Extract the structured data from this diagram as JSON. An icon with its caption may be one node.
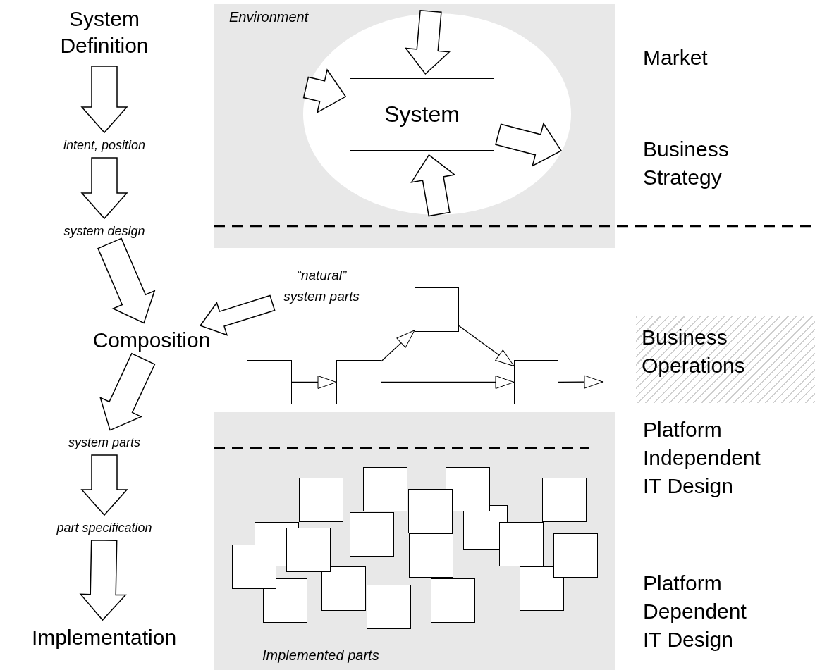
{
  "diagram": {
    "nodes": [
      {
        "text": [
          "System Definition"
        ]
      },
      {
        "text": [
          "intent, position"
        ]
      },
      {
        "text": [
          "system design"
        ]
      },
      {
        "text": [
          "Composition"
        ]
      },
      {
        "text": [
          "system parts"
        ]
      },
      {
        "text": [
          "part specification"
        ]
      },
      {
        "text": [
          "Implementation"
        ]
      },
      {
        "text": [
          "Environment"
        ]
      },
      {
        "text": [],
        "shape": "ellipse",
        "in": 7
      },
      {
        "text": [
          "System"
        ],
        "in": 8
      },
      {
        "text": [
          "“natural” system parts"
        ]
      },
      {
        "text": [],
        "shape": "box"
      },
      {
        "text": [],
        "shape": "box"
      },
      {
        "text": [],
        "shape": "box"
      },
      {
        "text": [],
        "shape": "box"
      },
      {
        "text": [
          "Business Operations"
        ]
      },
      {
        "text": [
          "Implemented parts"
        ]
      },
      {
        "text": [],
        "shape": "box",
        "in": 16
      },
      {
        "text": [],
        "shape": "box",
        "in": 16
      },
      {
        "text": [],
        "shape": "box",
        "in": 16
      },
      {
        "text": [],
        "shape": "box",
        "in": 16
      },
      {
        "text": [],
        "shape": "box",
        "in": 16
      },
      {
        "text": [],
        "shape": "box",
        "in": 16
      },
      {
        "text": [],
        "shape": "box",
        "in": 16
      },
      {
        "text": [],
        "shape": "box",
        "in": 16
      },
      {
        "text": [],
        "shape": "box",
        "in": 16
      },
      {
        "text": [],
        "shape": "box",
        "in": 16
      },
      {
        "text": [],
        "shape": "box",
        "in": 16
      },
      {
        "text": [],
        "shape": "box",
        "in": 16
      },
      {
        "text": [],
        "shape": "box",
        "in": 16
      },
      {
        "text": [],
        "shape": "box",
        "in": 16
      },
      {
        "text": [],
        "shape": "box",
        "in": 16
      },
      {
        "text": [],
        "shape": "box",
        "in": 16
      },
      {
        "text": [],
        "shape": "box",
        "in": 16
      },
      {
        "text": [],
        "shape": "box",
        "in": 16
      }
    ],
    "edges": [
      {
        "from": 0,
        "to": 1,
        "arrow": "to",
        "style": "thick"
      },
      {
        "from": 1,
        "to": 2,
        "arrow": "to",
        "style": "thick"
      },
      {
        "from": 2,
        "to": 3,
        "arrow": "to",
        "style": "thick"
      },
      {
        "from": 3,
        "to": 4,
        "arrow": "to",
        "style": "thick"
      },
      {
        "from": 4,
        "to": 5,
        "arrow": "to",
        "style": "thick"
      },
      {
        "from": 5,
        "to": 6,
        "arrow": "to",
        "style": "thick"
      },
      {
        "from": 10,
        "to": 3,
        "arrow": "to",
        "style": "thick"
      },
      {
        "from": null,
        "to": 9,
        "arrow": "to",
        "style": "thick"
      },
      {
        "from": null,
        "to": 9,
        "arrow": "to",
        "style": "thick"
      },
      {
        "from": null,
        "to": 9,
        "arrow": "to",
        "style": "thick"
      },
      {
        "from": 9,
        "to": null,
        "arrow": "to",
        "style": "thick"
      },
      {
        "from": 11,
        "to": 12,
        "arrow": "to"
      },
      {
        "from": 12,
        "to": 13,
        "arrow": "to"
      },
      {
        "from": 13,
        "to": 14,
        "arrow": "to"
      },
      {
        "from": 12,
        "to": 14,
        "arrow": "to"
      },
      {
        "from": 14,
        "to": null,
        "arrow": "to"
      }
    ],
    "labels": [
      "Market",
      "Business Strategy",
      "Platform Independent IT Design",
      "Platform Dependent IT Design"
    ]
  }
}
